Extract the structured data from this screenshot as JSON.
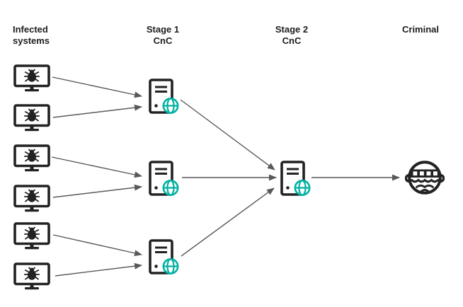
{
  "headers": [
    {
      "id": "infected-systems",
      "line1": "Infected",
      "line2": "systems"
    },
    {
      "id": "stage1-cnc",
      "line1": "Stage 1",
      "line2": "CnC"
    },
    {
      "id": "stage2-cnc",
      "line1": "Stage 2",
      "line2": "CnC"
    },
    {
      "id": "criminal",
      "line1": "Criminal",
      "line2": ""
    }
  ],
  "colors": {
    "icon_dark": "#222222",
    "arrow_gray": "#58595b",
    "accent_teal": "#00b1a2",
    "text": "#1d1d1b",
    "background": "#ffffff"
  },
  "diagram": {
    "node_counts": {
      "infected_systems": 6,
      "stage1_cnc_servers": 3,
      "stage2_cnc_servers": 1,
      "criminals": 1
    },
    "icon_meanings": {
      "monitor_with_bug": "infected system",
      "server_with_globe": "CnC server",
      "burglar_face": "criminal"
    },
    "edges": [
      {
        "from": "infected-monitor-1",
        "to": "stage1-server-1"
      },
      {
        "from": "infected-monitor-2",
        "to": "stage1-server-1"
      },
      {
        "from": "infected-monitor-3",
        "to": "stage1-server-2"
      },
      {
        "from": "infected-monitor-4",
        "to": "stage1-server-2"
      },
      {
        "from": "infected-monitor-5",
        "to": "stage1-server-3"
      },
      {
        "from": "infected-monitor-6",
        "to": "stage1-server-3"
      },
      {
        "from": "stage1-server-1",
        "to": "stage2-server"
      },
      {
        "from": "stage1-server-2",
        "to": "stage2-server"
      },
      {
        "from": "stage1-server-3",
        "to": "stage2-server"
      },
      {
        "from": "stage2-server",
        "to": "criminal"
      }
    ]
  }
}
